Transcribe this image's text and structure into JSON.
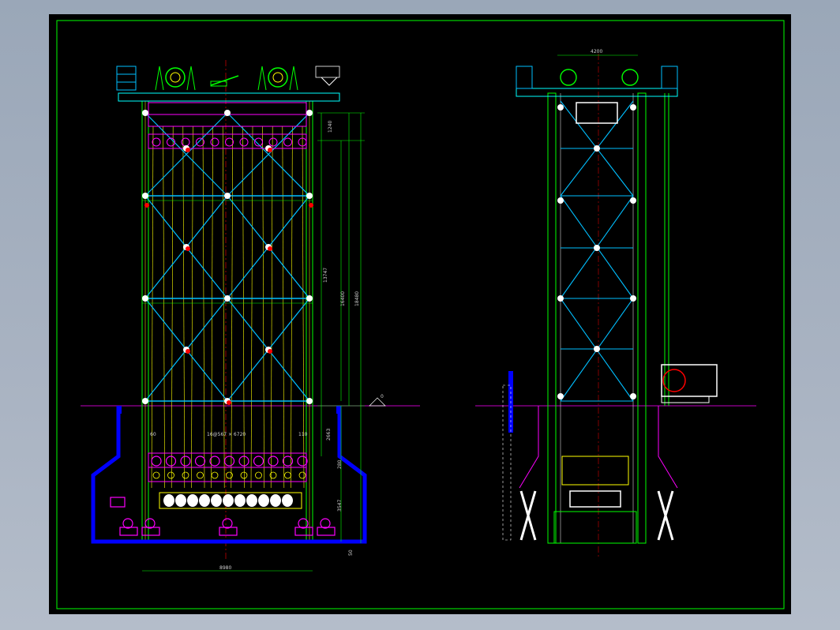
{
  "colors": {
    "background": "#000000",
    "frame": "#00ff00",
    "structure": "#ffff00",
    "bracing": "#00bfff",
    "machinery": "#ff00ff",
    "foundation": "#0000ff",
    "dimension": "#00ff00",
    "axis": "#ff0000",
    "node": "#ffffff"
  },
  "front_view": {
    "dimensions": {
      "bay_top": "1240",
      "span_inner": "13747",
      "height_main": "16400",
      "height_total": "18480",
      "pit_depth_1": "2663",
      "pit_depth_2": "280",
      "pit_depth_3": "3547",
      "bottom_offset": "50",
      "base_width": "8980",
      "spacing_label": "16@567 × 6720",
      "left_offset": "60",
      "right_offset": "110",
      "ground_level": "0"
    }
  },
  "side_view": {
    "dimensions": {
      "top_width": "4200"
    }
  }
}
